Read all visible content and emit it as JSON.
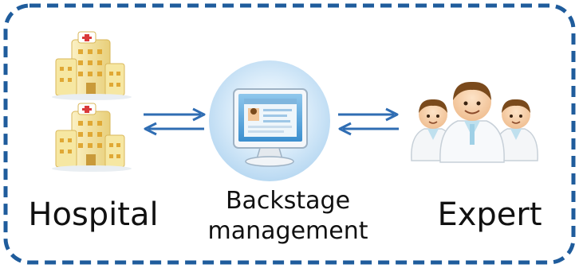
{
  "nodes": {
    "hospital": {
      "label": "Hospital",
      "icon": "hospital-building-icon"
    },
    "backstage": {
      "label_line1": "Backstage",
      "label_line2": "management",
      "icon": "computer-monitor-icon"
    },
    "expert": {
      "label": "Expert",
      "icon": "doctors-group-icon"
    }
  },
  "colors": {
    "border": "#1f5c9c",
    "arrow": "#2f6db3",
    "monitor_glow": "#cfe6f7",
    "building": "#f3e6a6",
    "doctor_coat": "#f4f6f8",
    "hair": "#7a4a1c"
  }
}
